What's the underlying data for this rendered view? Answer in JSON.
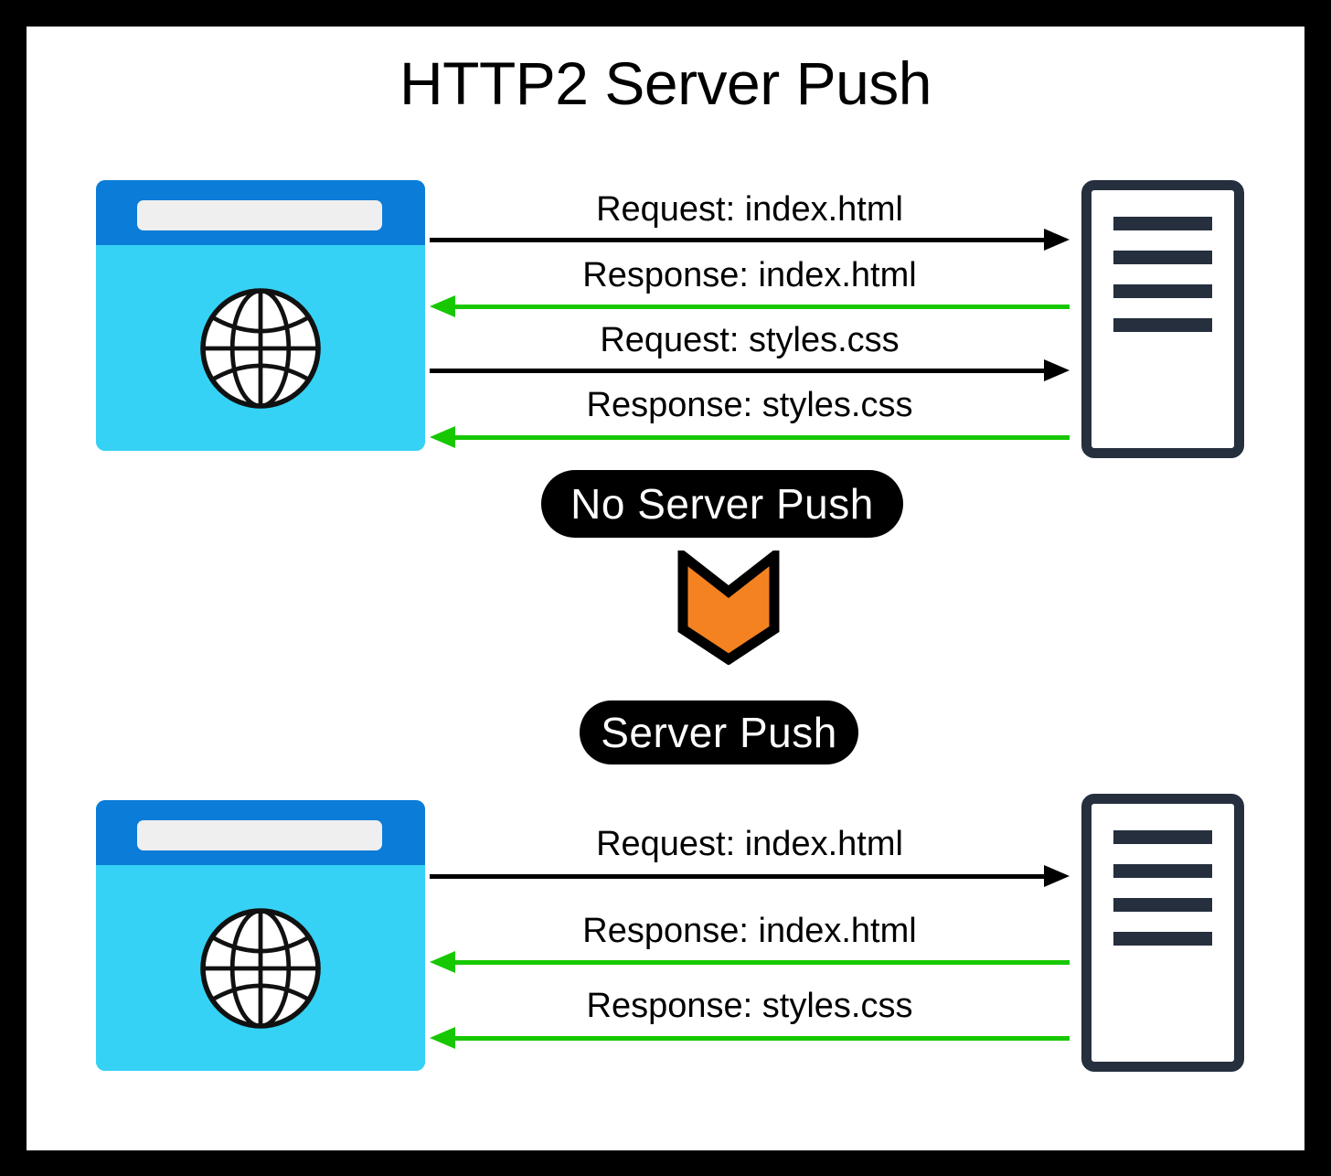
{
  "diagram": {
    "title": "HTTP2 Server Push",
    "frame_color": "#000000",
    "page_color": "#ffffff"
  },
  "colors": {
    "browser_titlebar": "#0B7CD8",
    "browser_body": "#35D2F5",
    "browser_addressbar": "#EFEFEF",
    "server_outline": "#252F3E",
    "request_arrow": "#000000",
    "response_arrow": "#17C800",
    "pill_background": "#000000",
    "pill_text": "#ffffff",
    "transition_arrow": "#F58220"
  },
  "sections": [
    {
      "id": "no-server-push",
      "badge": "No Server Push",
      "client": {
        "icon": "browser-window-icon",
        "content_icon": "globe-icon"
      },
      "server": {
        "icon": "server-rack-icon",
        "bar_count": 4
      },
      "messages": [
        {
          "label": "Request: index.html",
          "direction": "client-to-server",
          "color": "#000000"
        },
        {
          "label": "Response: index.html",
          "direction": "server-to-client",
          "color": "#17C800"
        },
        {
          "label": "Request: styles.css",
          "direction": "client-to-server",
          "color": "#000000"
        },
        {
          "label": "Response: styles.css",
          "direction": "server-to-client",
          "color": "#17C800"
        }
      ]
    },
    {
      "id": "server-push",
      "badge": "Server Push",
      "client": {
        "icon": "browser-window-icon",
        "content_icon": "globe-icon"
      },
      "server": {
        "icon": "server-rack-icon",
        "bar_count": 4
      },
      "messages": [
        {
          "label": "Request: index.html",
          "direction": "client-to-server",
          "color": "#000000"
        },
        {
          "label": "Response: index.html",
          "direction": "server-to-client",
          "color": "#17C800"
        },
        {
          "label": "Response: styles.css",
          "direction": "server-to-client",
          "color": "#17C800"
        }
      ]
    }
  ],
  "transition": {
    "icon": "orange-down-chevron-icon"
  }
}
